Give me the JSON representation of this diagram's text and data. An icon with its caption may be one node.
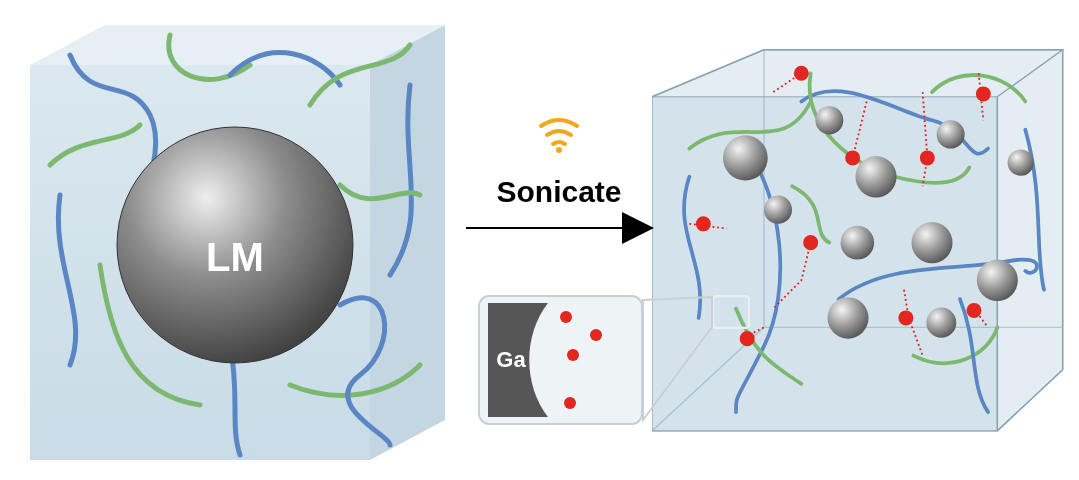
{
  "diagram": {
    "nodes": [
      {
        "text": [],
        "shape": "picture"
      },
      {
        "text": [
          "LM"
        ],
        "in": 0
      },
      {
        "text": [],
        "shape": "picture"
      },
      {
        "text": [
          "Ga"
        ]
      },
      {
        "text": [],
        "shape": "box",
        "in": 2
      }
    ],
    "edges": [
      {
        "from": 0,
        "to": 2,
        "arrow": "to",
        "label": "Sonicate"
      },
      {
        "from": 3,
        "to": 4,
        "arrow": "none",
        "color": "#c8d0d6"
      }
    ]
  }
}
